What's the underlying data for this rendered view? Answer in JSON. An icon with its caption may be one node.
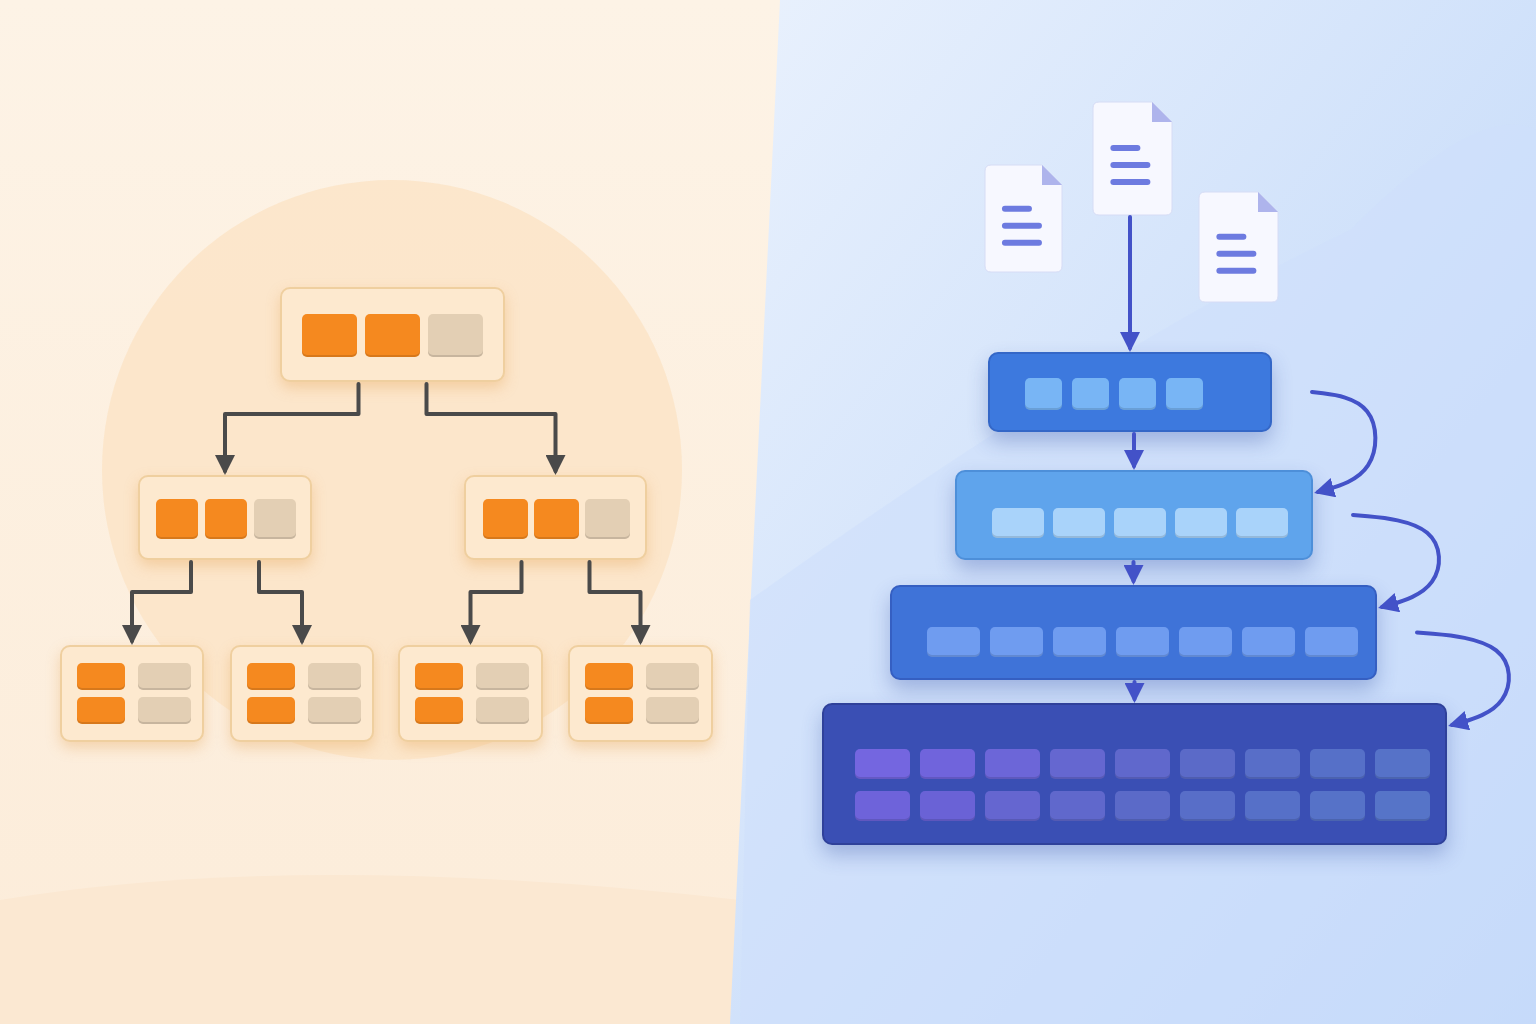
{
  "diagram": {
    "nodes": [
      {
        "text": [],
        "shape": "box"
      },
      {
        "text": [],
        "shape": "box"
      },
      {
        "text": [],
        "shape": "box"
      },
      {
        "text": [],
        "shape": "box"
      },
      {
        "text": [],
        "shape": "box"
      },
      {
        "text": [],
        "shape": "box"
      },
      {
        "text": [],
        "shape": "box"
      },
      {
        "text": [],
        "shape": "document"
      },
      {
        "text": [],
        "shape": "document"
      },
      {
        "text": [],
        "shape": "document"
      },
      {
        "text": [],
        "shape": "box"
      },
      {
        "text": [],
        "shape": "box"
      },
      {
        "text": [],
        "shape": "box"
      },
      {
        "text": [],
        "shape": "box"
      }
    ],
    "edges": [
      {
        "from": 0,
        "to": 1,
        "arrow": "to",
        "color": "#4a4a4a"
      },
      {
        "from": 0,
        "to": 2,
        "arrow": "to",
        "color": "#4a4a4a"
      },
      {
        "from": 1,
        "to": 3,
        "arrow": "to",
        "color": "#4a4a4a"
      },
      {
        "from": 1,
        "to": 4,
        "arrow": "to",
        "color": "#4a4a4a"
      },
      {
        "from": 2,
        "to": 5,
        "arrow": "to",
        "color": "#4a4a4a"
      },
      {
        "from": 2,
        "to": 6,
        "arrow": "to",
        "color": "#4a4a4a"
      },
      {
        "from": 8,
        "to": 10,
        "arrow": "to"
      },
      {
        "from": 10,
        "to": 11,
        "arrow": "to"
      },
      {
        "from": 11,
        "to": 12,
        "arrow": "to"
      },
      {
        "from": 12,
        "to": 13,
        "arrow": "to"
      },
      {
        "from": 10,
        "to": 11,
        "arrow": "to"
      },
      {
        "from": 11,
        "to": 12,
        "arrow": "to"
      },
      {
        "from": 12,
        "to": 13,
        "arrow": "to"
      }
    ]
  }
}
